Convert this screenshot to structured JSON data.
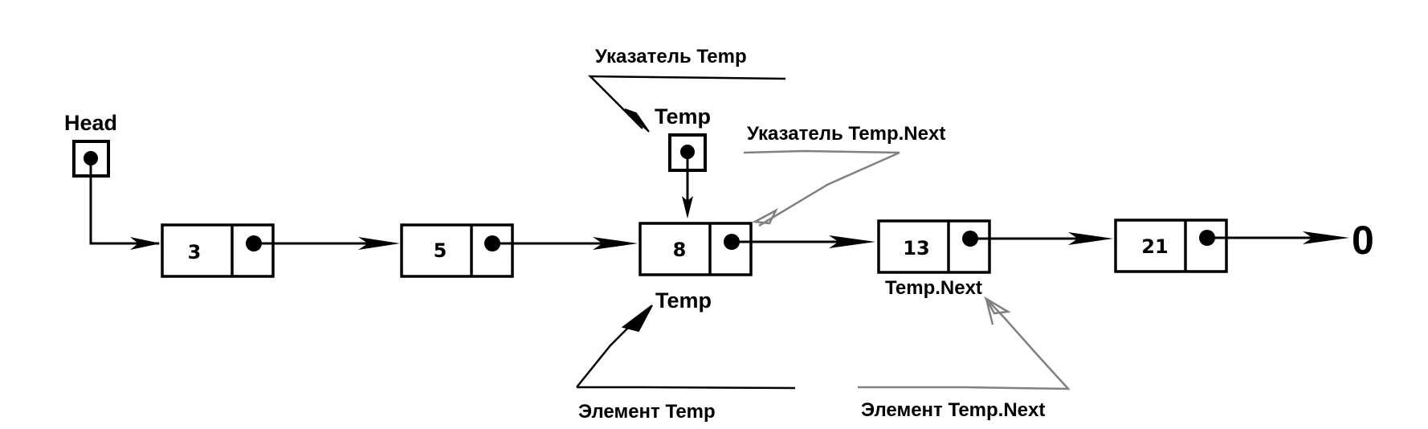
{
  "pointers": {
    "head": "Head",
    "temp": "Temp"
  },
  "nodes": [
    {
      "value": "3"
    },
    {
      "value": "5"
    },
    {
      "value": "8"
    },
    {
      "value": "13"
    },
    {
      "value": "21"
    }
  ],
  "terminator": "0",
  "labels": {
    "temp_element": "Temp",
    "temp_next_element": "Temp.Next"
  },
  "annotations": {
    "pointer_temp": "Указатель Temp",
    "pointer_temp_next": "Указатель Temp.Next",
    "element_temp": "Элемент Temp",
    "element_temp_next": "Элемент Temp.Next"
  },
  "colors": {
    "ink": "#000000",
    "annotation_gray": "#808080"
  }
}
